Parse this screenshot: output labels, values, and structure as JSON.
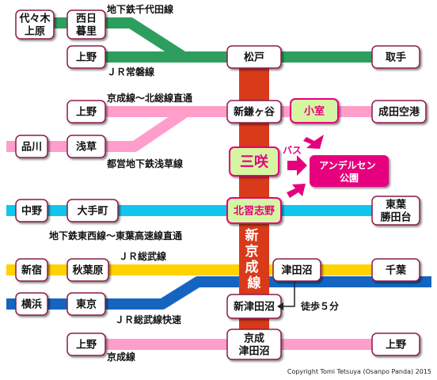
{
  "colors": {
    "chiyoda": "#2e9e5e",
    "joban": "#2e9e5e",
    "keisei_hokuso": "#ff9ecb",
    "tozai": "#11c5ee",
    "sobu": "#ffd200",
    "sobu_rapid": "#1565c0",
    "keisei_main": "#ff9ecb",
    "shinkeisei": "#d93a1a",
    "accent": "#e6007e",
    "highlight": "#d6f5a2",
    "station_border": "#8b1a4a"
  },
  "stations": {
    "yoyogi_uehara": "代々木\n上原",
    "nishi_nippori": "西日\n暮里",
    "ueno_1": "上野",
    "matsudo": "松戸",
    "toride": "取手",
    "ueno_2": "上野",
    "shin_kamagaya": "新鎌ヶ谷",
    "komuro": "小室",
    "narita_airport": "成田空港",
    "shinagawa": "品川",
    "asakusa": "浅草",
    "misaki": "三咲",
    "nakano": "中野",
    "otemachi": "大手町",
    "kita_narashino": "北習志野",
    "toyo_katsutadai": "東葉\n勝田台",
    "shinjuku": "新宿",
    "akihabara": "秋葉原",
    "tsudanuma": "津田沼",
    "chiba": "千葉",
    "yokohama": "横浜",
    "tokyo": "東京",
    "shin_tsudanuma": "新津田沼",
    "ueno_3": "上野",
    "keisei_tsudanuma": "京成\n津田沼",
    "ueno_4": "上野"
  },
  "labels": {
    "chiyoda": "地下鉄千代田線",
    "joban": "ＪＲ常磐線",
    "keisei_hokuso": "京成線～北総線直通",
    "asakusa_line": "都営地下鉄浅草線",
    "tozai": "地下鉄東西線～東葉高速線直通",
    "sobu": "ＪＲ総武線",
    "sobu_rapid": "ＪＲ総武線快速",
    "keisei_main": "京成線",
    "shinkeisei": "新\n京\n成\n線",
    "bus": "バス",
    "walk": "徒歩５分",
    "destination": "アンデルセン\n公園"
  },
  "copyright": "Copyright Tomi Tetsuya (Osanpo Panda) 2015"
}
